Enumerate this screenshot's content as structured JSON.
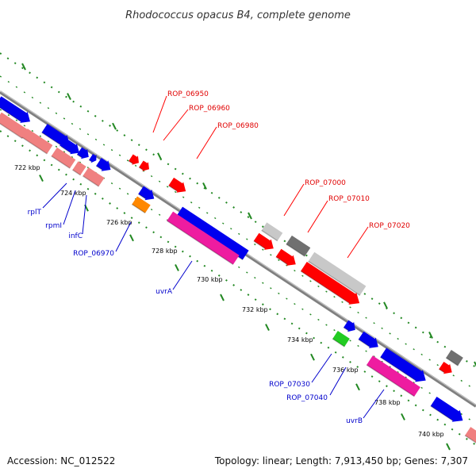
{
  "title": "Rhodococcus opacus B4, complete genome",
  "ticks": [
    "722 kbp",
    "724 kbp",
    "726 kbp",
    "728 kbp",
    "730 kbp",
    "732 kbp",
    "734 kbp",
    "736 kbp",
    "738 kbp",
    "740 kbp"
  ],
  "upper_labels": [
    "ROP_06950",
    "ROP_06960",
    "ROP_06980",
    "ROP_07000",
    "ROP_07010",
    "ROP_07020"
  ],
  "lower_labels": [
    "rplT",
    "rpmI",
    "infC",
    "ROP_06970",
    "uvrA",
    "ROP_07030",
    "ROP_07040",
    "uvrB"
  ],
  "colors": {
    "blue": "#0000ee",
    "red": "#ff0000",
    "salmon": "#f08080",
    "magenta": "#ee1ca0",
    "grey_light": "#c8c8c8",
    "grey_dark": "#707070",
    "green": "#22cc22",
    "orange": "#ff8800",
    "axis": "#808080",
    "tick": "#228822"
  },
  "footer": {
    "accession": "Accession: NC_012522",
    "topology": "Topology: linear; Length: 7,913,450 bp; Genes: 7,307"
  }
}
